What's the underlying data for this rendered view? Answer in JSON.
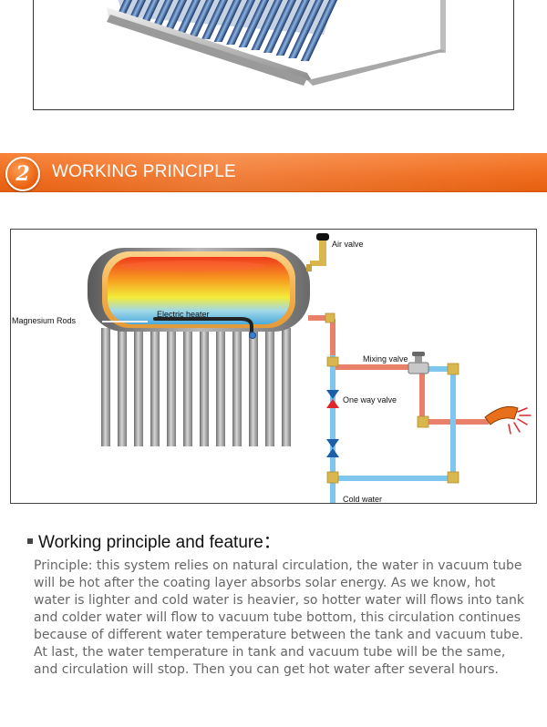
{
  "section": {
    "number": "2",
    "title": "WORKING PRINCIPLE"
  },
  "diagram": {
    "labels": {
      "air_valve": "Air valve",
      "magnesium_rods": "Magnesium Rods",
      "electric_heater": "Electric heater",
      "mixing_valve": "Mixing valve",
      "one_way_valve": "One way valve",
      "cold_water": "Cold water"
    }
  },
  "feature": {
    "heading": "Working principle and feature：",
    "text": "Principle: this system relies on natural circulation, the water in vacuum tube will be hot after the coating layer absorbs solar energy. As we know, hot water is lighter and cold water is heavier, so hotter water will flows into tank and colder water will flow to vacuum tube bottom, this circulation continues because of different water temperature between the tank and vacuum tube. At last, the water temperature in tank and vacuum tube will be the same, and circulation will stop. Then you can get hot water after several hours."
  },
  "colors": {
    "accent_orange": "#ef6a1c",
    "hot_pipe": "#e8806a",
    "cold_pipe": "#7fc6ee",
    "brass_joint": "#d9b64e",
    "valve_blue": "#1a5fa8",
    "valve_red": "#e0262b"
  }
}
